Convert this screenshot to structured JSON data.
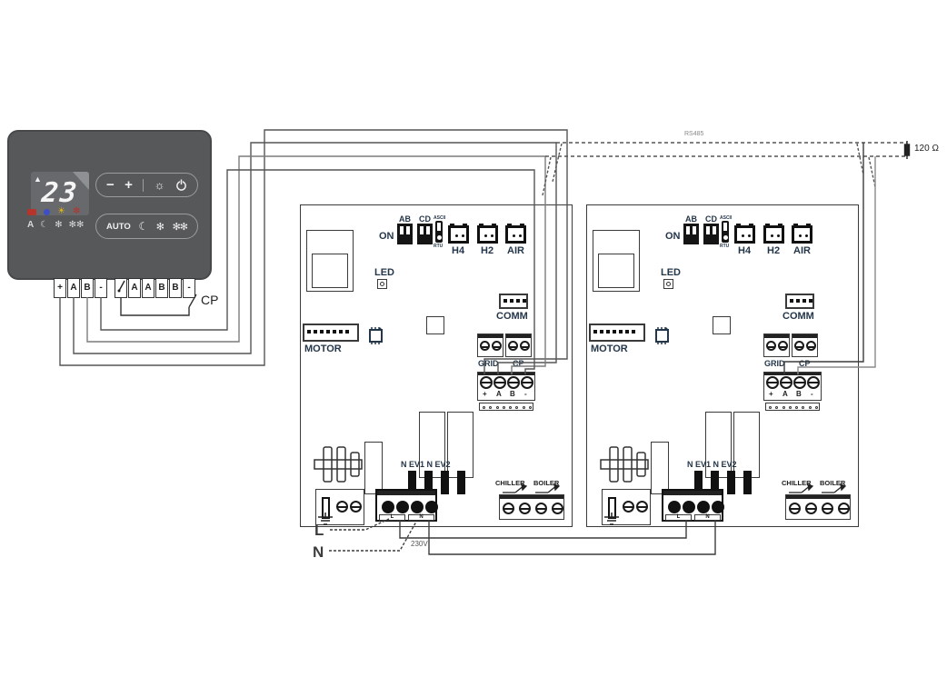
{
  "thermostat": {
    "display": {
      "value": "23",
      "alarm": "▲"
    },
    "top_buttons": {
      "minus": "−",
      "plus": "+",
      "mode": "☼"
    },
    "bottom_buttons": {
      "auto": "AUTO",
      "night": "☾",
      "fan_low": "✻",
      "fan_high": "✻✻"
    },
    "status_row": {
      "sun": "☀",
      "fan": "✻"
    },
    "mode_row": {
      "a": "A",
      "night": "☾",
      "fan_low": "✻",
      "fan_high": "✻✻"
    }
  },
  "terminal_strip": {
    "group1": [
      "+",
      "A",
      "B",
      "-"
    ],
    "group2": [
      "A",
      "A",
      "B",
      "B",
      "-"
    ],
    "cp": "CP"
  },
  "board": {
    "on": "ON",
    "dip_ab": "AB",
    "dip_cd": "CD",
    "ascii": "ASCII",
    "rtu": "RTU",
    "h4": "H4",
    "h2": "H2",
    "air": "AIR",
    "led": "LED",
    "comm": "COMM",
    "motor": "MOTOR",
    "grid": "GRID",
    "cp": "CP",
    "bus": [
      "+",
      "A",
      "B",
      "-"
    ],
    "ev": "N EV1 N EV2",
    "chiller": "CHILLER",
    "boiler": "BOILER",
    "line": "L",
    "neutral": "N"
  },
  "wiring": {
    "rs485": "RS485",
    "terminator": "120 Ω",
    "mains": "230V",
    "line": "L",
    "neutral": "N"
  },
  "colors": {
    "label": "#24364a",
    "wire": "#555555",
    "thermostat": "#57585a"
  }
}
